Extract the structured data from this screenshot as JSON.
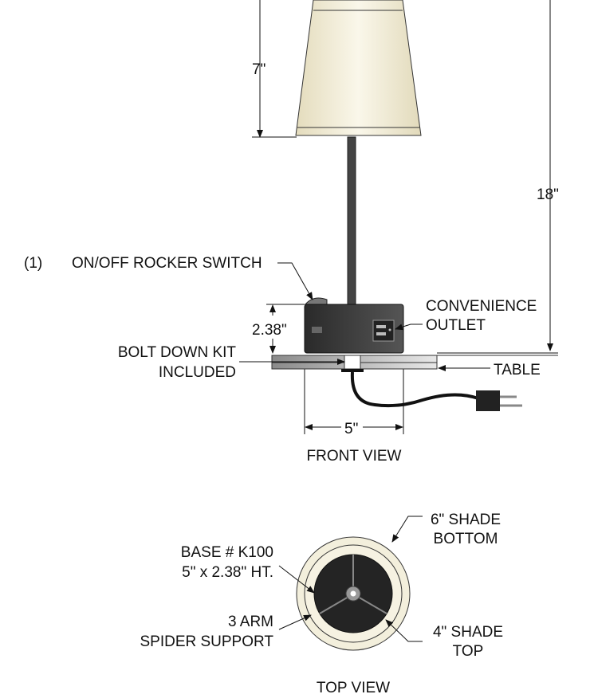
{
  "front_view": {
    "title": "FRONT VIEW",
    "dim_shade_height": "7\"",
    "dim_total_height": "18\"",
    "dim_base_height": "2.38\"",
    "dim_base_width": "5\"",
    "switch_qty": "(1)",
    "switch_label": "ON/OFF ROCKER SWITCH",
    "outlet_label_1": "CONVENIENCE",
    "outlet_label_2": "OUTLET",
    "bolt_label_1": "BOLT DOWN KIT",
    "bolt_label_2": "INCLUDED",
    "table_label": "TABLE"
  },
  "top_view": {
    "title": "TOP VIEW",
    "base_label_1": "BASE # K100",
    "base_label_2": "5\" x 2.38\" HT.",
    "spider_label_1": "3 ARM",
    "spider_label_2": "SPIDER SUPPORT",
    "shade_bottom_1": "6\" SHADE",
    "shade_bottom_2": "BOTTOM",
    "shade_top_1": "4\" SHADE",
    "shade_top_2": "TOP"
  },
  "colors": {
    "shade": "#f1ecd6",
    "base": "#2a2a2a"
  }
}
